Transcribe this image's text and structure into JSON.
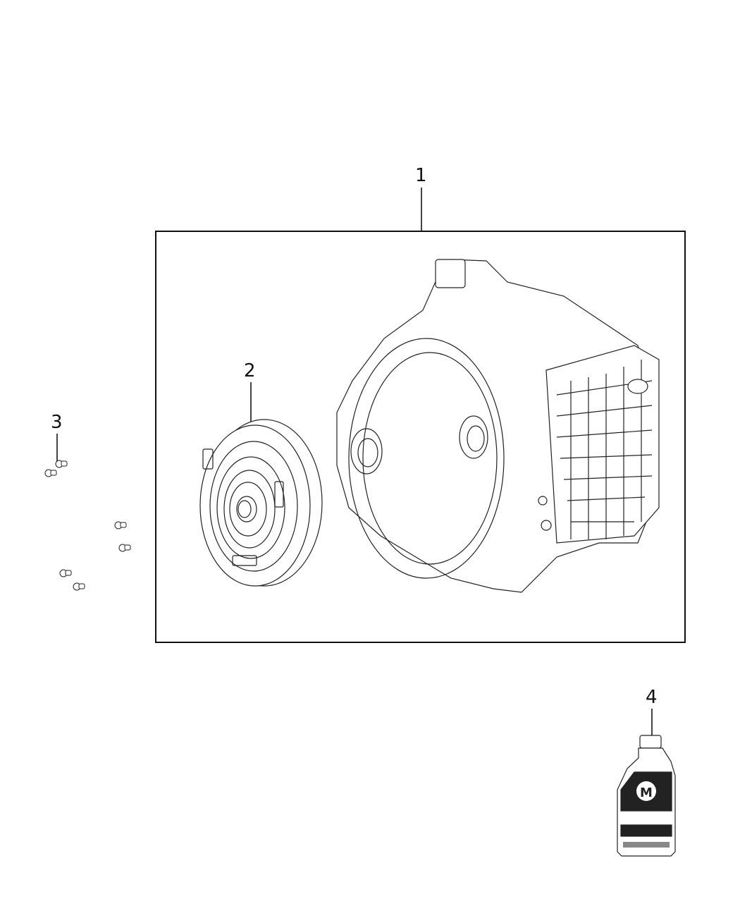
{
  "diagram": {
    "type": "exploded parts diagram",
    "frame": {
      "label_ref": "1"
    },
    "callouts": [
      {
        "number": "1",
        "part": "transmission-assembly"
      },
      {
        "number": "2",
        "part": "torque-converter"
      },
      {
        "number": "3",
        "part": "bolts"
      },
      {
        "number": "4",
        "part": "fluid-bottle"
      }
    ],
    "bottle_brand_mark": "M"
  }
}
